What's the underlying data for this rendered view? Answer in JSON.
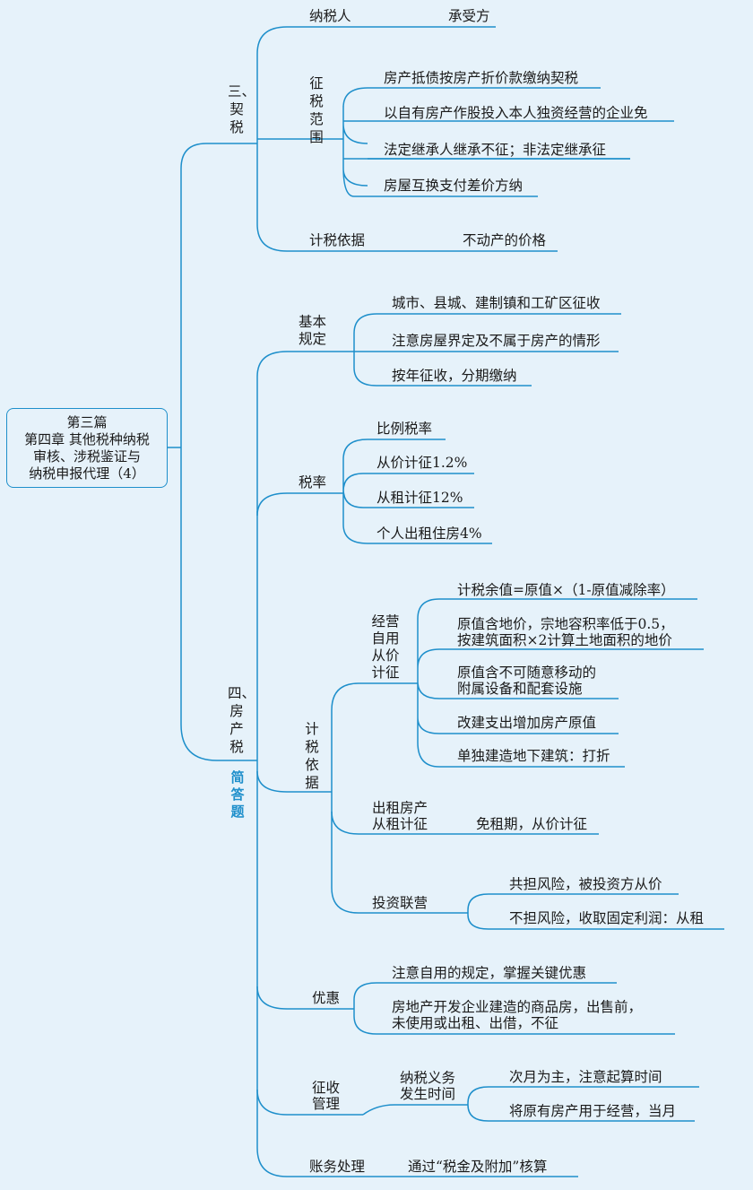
{
  "root": {
    "line1": "第三篇",
    "line2": "第四章 其他税种纳税",
    "line3": "审核、涉税鉴证与",
    "line4": "纳税申报代理（4）"
  },
  "deed_tax": {
    "title": "三、契税",
    "taxpayer": {
      "label": "纳税人",
      "value": "承受方"
    },
    "scope": {
      "label": "征税范围",
      "items": [
        "房产抵债按房产折价款缴纳契税",
        "以自有房产作股投入本人独资经营的企业免",
        "法定继承人继承不征；非法定继承征",
        "房屋互换支付差价方纳"
      ]
    },
    "basis": {
      "label": "计税依据",
      "value": "不动产的价格"
    }
  },
  "property_tax": {
    "title": "四、房产税",
    "tag": "简答题",
    "basic": {
      "label": "基本规定",
      "items": [
        "城市、县城、建制镇和工矿区征收",
        "注意房屋界定及不属于房产的情形",
        "按年征收，分期缴纳"
      ]
    },
    "rate": {
      "label": "税率",
      "items": [
        "比例税率",
        "从价计征1.2%",
        "从租计征12%",
        "个人出租住房4%"
      ]
    },
    "basis": {
      "label": "计税依据",
      "self_use": {
        "label": "经营自用从价计征",
        "items": [
          {
            "l1": "计税余值=原值×（1-原值减除率）"
          },
          {
            "l1": "原值含地价，宗地容积率低于0.5，",
            "l2": "按建筑面积×2计算土地面积的地价"
          },
          {
            "l1": "原值含不可随意移动的",
            "l2": "附属设备和配套设施"
          },
          {
            "l1": "改建支出增加房产原值"
          },
          {
            "l1": "单独建造地下建筑：打折"
          }
        ]
      },
      "rental": {
        "l1": "出租房产",
        "l2": "从租计征",
        "value": "免租期，从价计征"
      },
      "joint": {
        "label": "投资联营",
        "items": [
          "共担风险，被投资方从价",
          "不担风险，收取固定利润：从租"
        ]
      }
    },
    "preferential": {
      "label": "优惠",
      "items": [
        {
          "l1": "注意自用的规定，掌握关键优惠"
        },
        {
          "l1": "房地产开发企业建造的商品房，出售前，",
          "l2": "未使用或出租、出借，不征"
        }
      ]
    },
    "collection": {
      "l1": "征收",
      "l2": "管理",
      "sub": {
        "l1": "纳税义务",
        "l2": "发生时间"
      },
      "items": [
        "次月为主，注意起算时间",
        "将原有房产用于经营，当月"
      ]
    },
    "accounting": {
      "label": "账务处理",
      "value": "通过“税金及附加”核算"
    }
  },
  "colors": {
    "line": "#1e8fcb",
    "background": "#e6f2fa"
  }
}
